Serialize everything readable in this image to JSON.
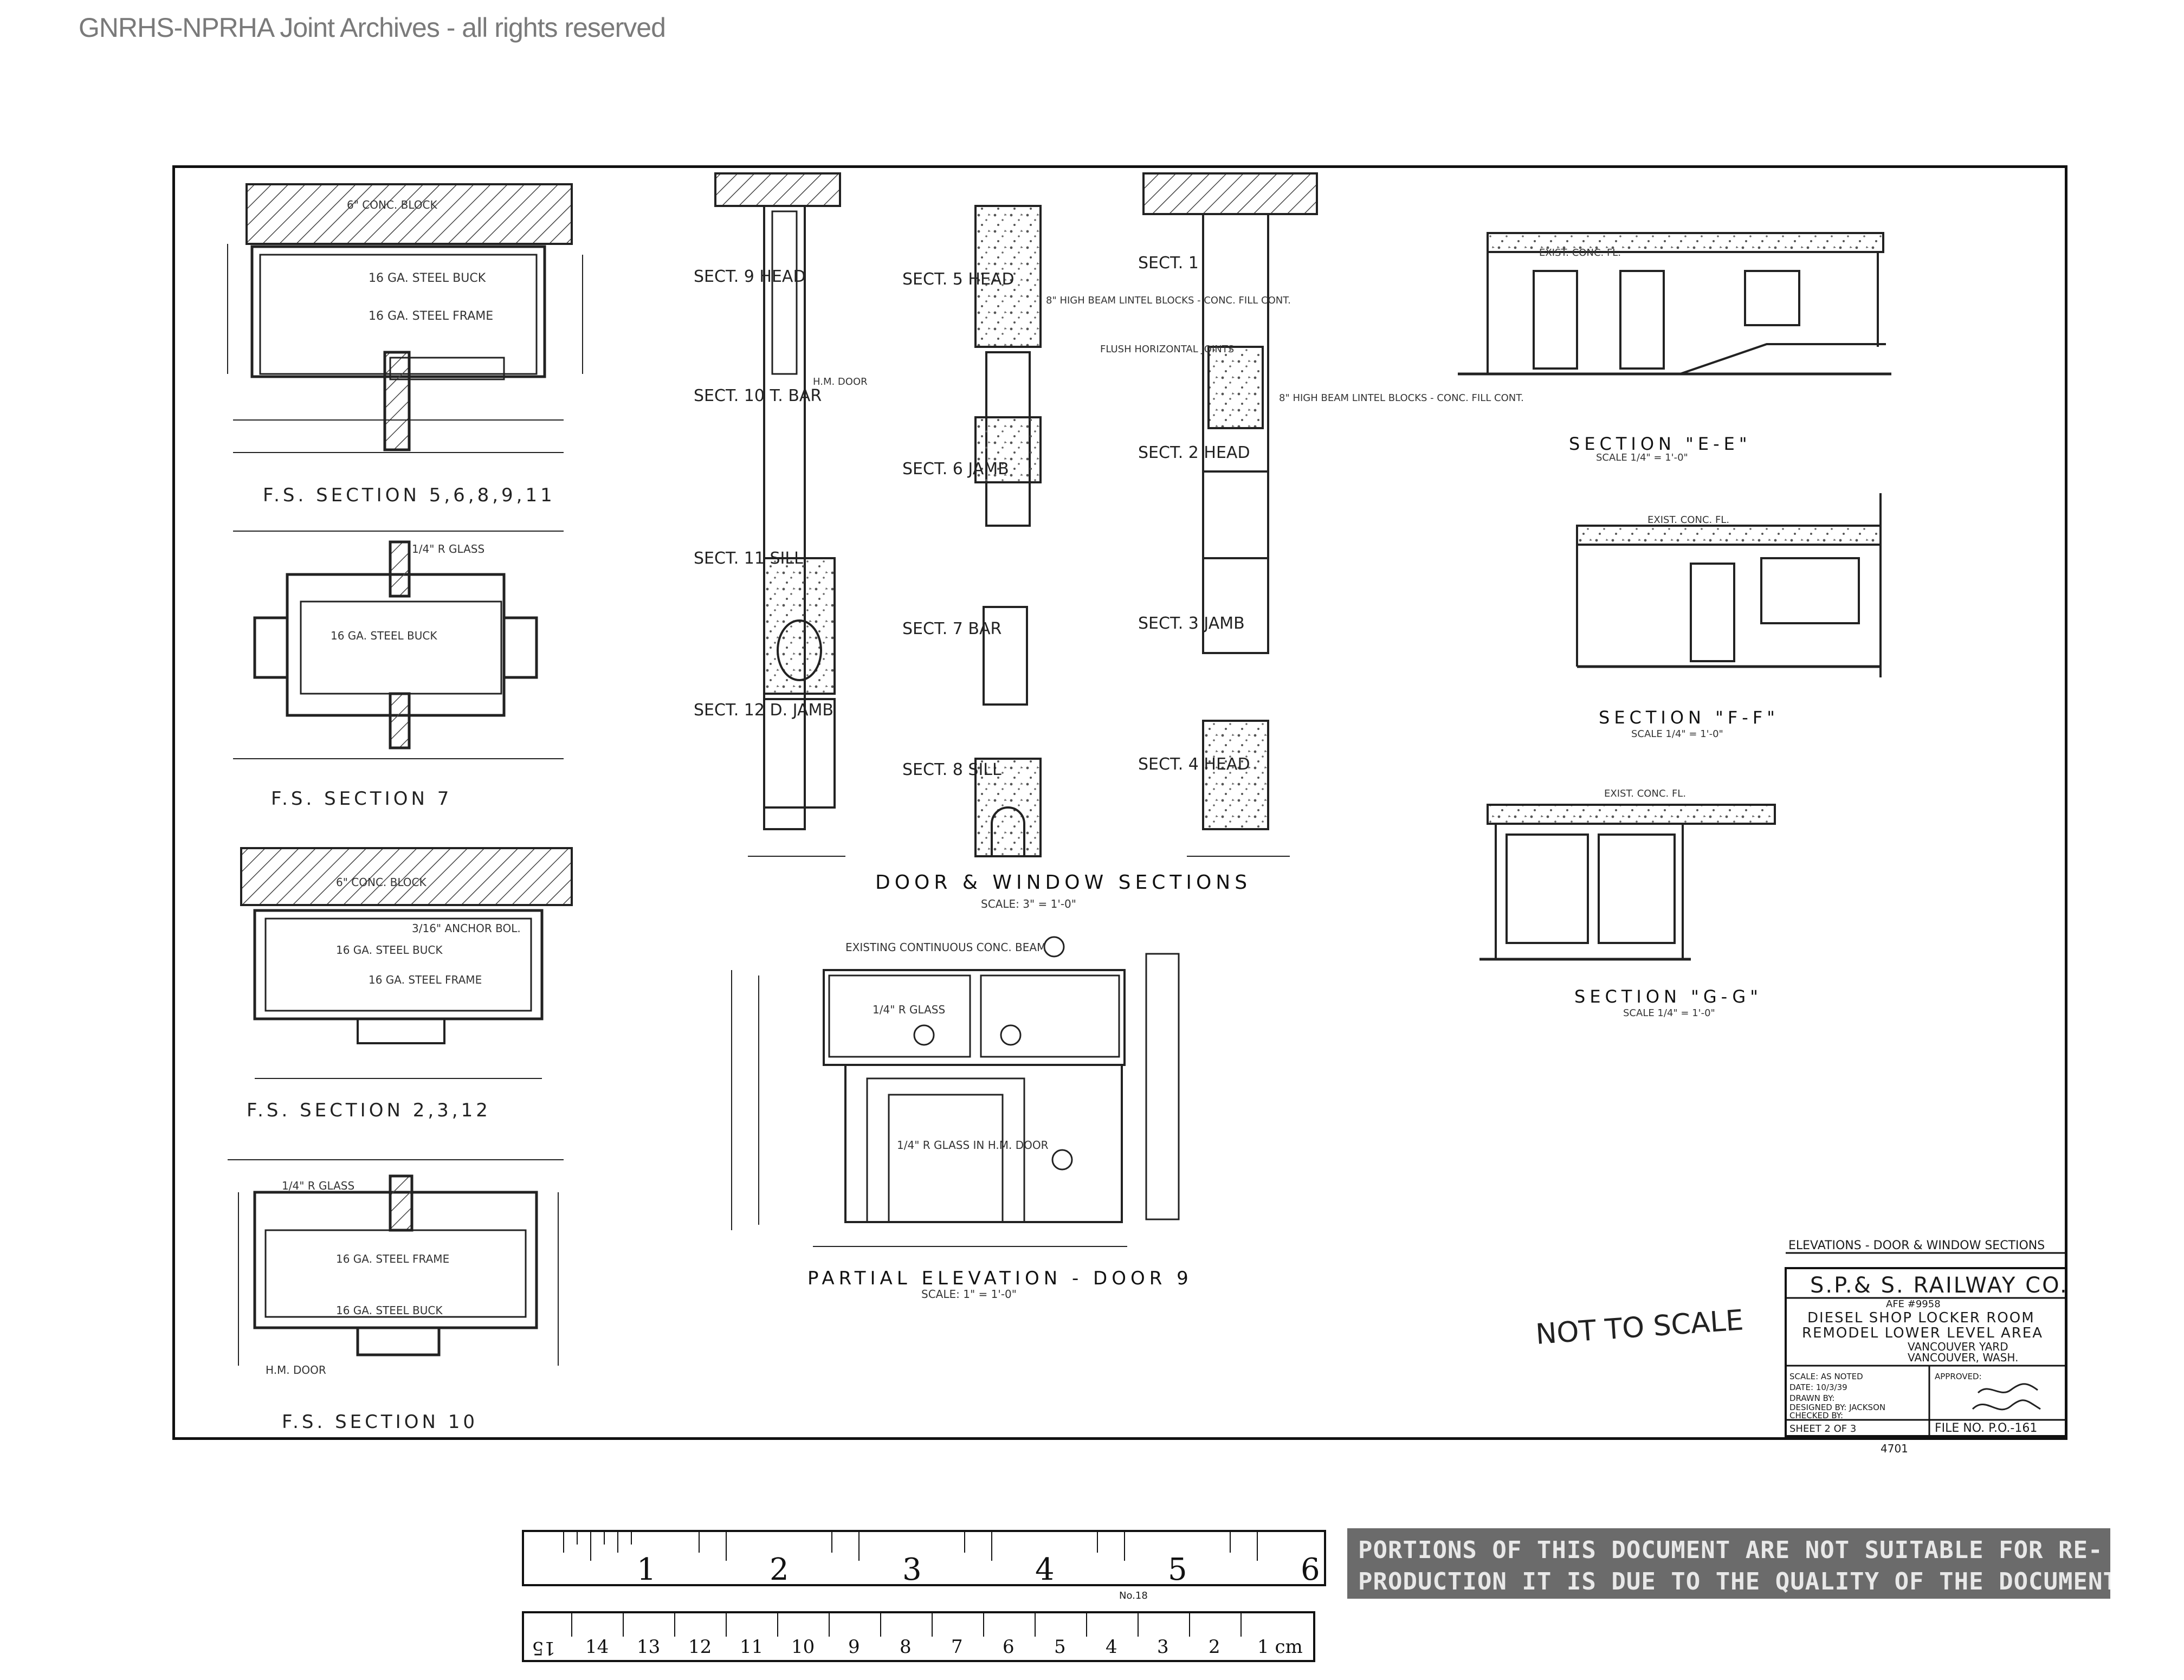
{
  "watermark": "GNRHS-NPRHA Joint Archives - all rights reserved",
  "stamp": "NOT TO SCALE",
  "sections": {
    "fs_5_6_8_9_11": "F.S. SECTION 5,6,8,9,11",
    "fs_7": "F.S. SECTION 7",
    "fs_2_3_12": "F.S. SECTION 2,3,12",
    "fs_10": "F.S. SECTION 10",
    "door_window": "DOOR & WINDOW SECTIONS",
    "door_window_scale": "SCALE: 3\" = 1'-0\"",
    "partial_elev": "PARTIAL ELEVATION - DOOR 9",
    "partial_elev_scale": "SCALE: 1\" = 1'-0\"",
    "sect_ee": "SECTION \"E-E\"",
    "sect_ff": "SECTION \"F-F\"",
    "sect_gg": "SECTION \"G-G\"",
    "elev_scale": "SCALE 1/4\" = 1'-0\""
  },
  "sect_labels": {
    "s9": "SECT. 9 HEAD",
    "s10": "SECT. 10 T. BAR",
    "s11": "SECT. 11 SILL",
    "s12": "SECT. 12 D. JAMB",
    "s5": "SECT. 5 HEAD",
    "s6": "SECT. 6 JAMB",
    "s7": "SECT. 7 BAR",
    "s8": "SECT. 8 SILL",
    "s1": "SECT. 1",
    "s2": "SECT. 2 HEAD",
    "s3": "SECT. 3 JAMB",
    "s4": "SECT. 4 HEAD"
  },
  "notes": {
    "conc_block": "6\" CONC. BLOCK",
    "steel_buck": "16 GA. STEEL BUCK",
    "steel_frame": "16 GA. STEEL FRAME",
    "glass": "1/4\" R GLASS",
    "anchor": "3/16\" ANCHOR BOL.",
    "hm_door": "H.M. DOOR",
    "lintel": "8\" HIGH BEAM LINTEL BLOCKS - CONC. FILL CONT.",
    "existing_beam": "EXISTING CONTINUOUS CONC. BEAM",
    "hm_door_glass": "1/4\" R GLASS IN H.M. DOOR",
    "flush_joints": "FLUSH HORIZONTAL JOINTS",
    "exist_floor": "EXIST. CONC. FL."
  },
  "title_block": {
    "note": "ELEVATIONS - DOOR & WINDOW SECTIONS",
    "company": "S.P.& S. RAILWAY CO.",
    "afe": "AFE #9958",
    "line1": "DIESEL SHOP LOCKER ROOM",
    "line2": "REMODEL LOWER LEVEL AREA",
    "line3": "VANCOUVER YARD",
    "line4": "VANCOUVER, WASH.",
    "scale": "SCALE: AS NOTED",
    "date": "DATE: 10/3/39",
    "drawn": "DRAWN BY:",
    "designed": "DESIGNED BY: JACKSON",
    "checked": "CHECKED BY:",
    "approved": "APPROVED:",
    "sheet": "SHEET 2 OF 3",
    "file": "FILE NO. P.O.-161",
    "doc_no": "4701"
  },
  "ruler": {
    "inch_ticks": [
      "1",
      "2",
      "3",
      "4",
      "5",
      "6"
    ],
    "cm_ticks": [
      "15",
      "14",
      "13",
      "12",
      "11",
      "10",
      "9",
      "8",
      "7",
      "6",
      "5",
      "4",
      "3",
      "2",
      "1 cm"
    ],
    "brand": "No.18"
  },
  "warning": {
    "line1": "PORTIONS OF THIS DOCUMENT ARE NOT SUITABLE FOR RE-",
    "line2": "PRODUCTION IT IS DUE TO THE QUALITY OF THE DOCUMENT."
  }
}
